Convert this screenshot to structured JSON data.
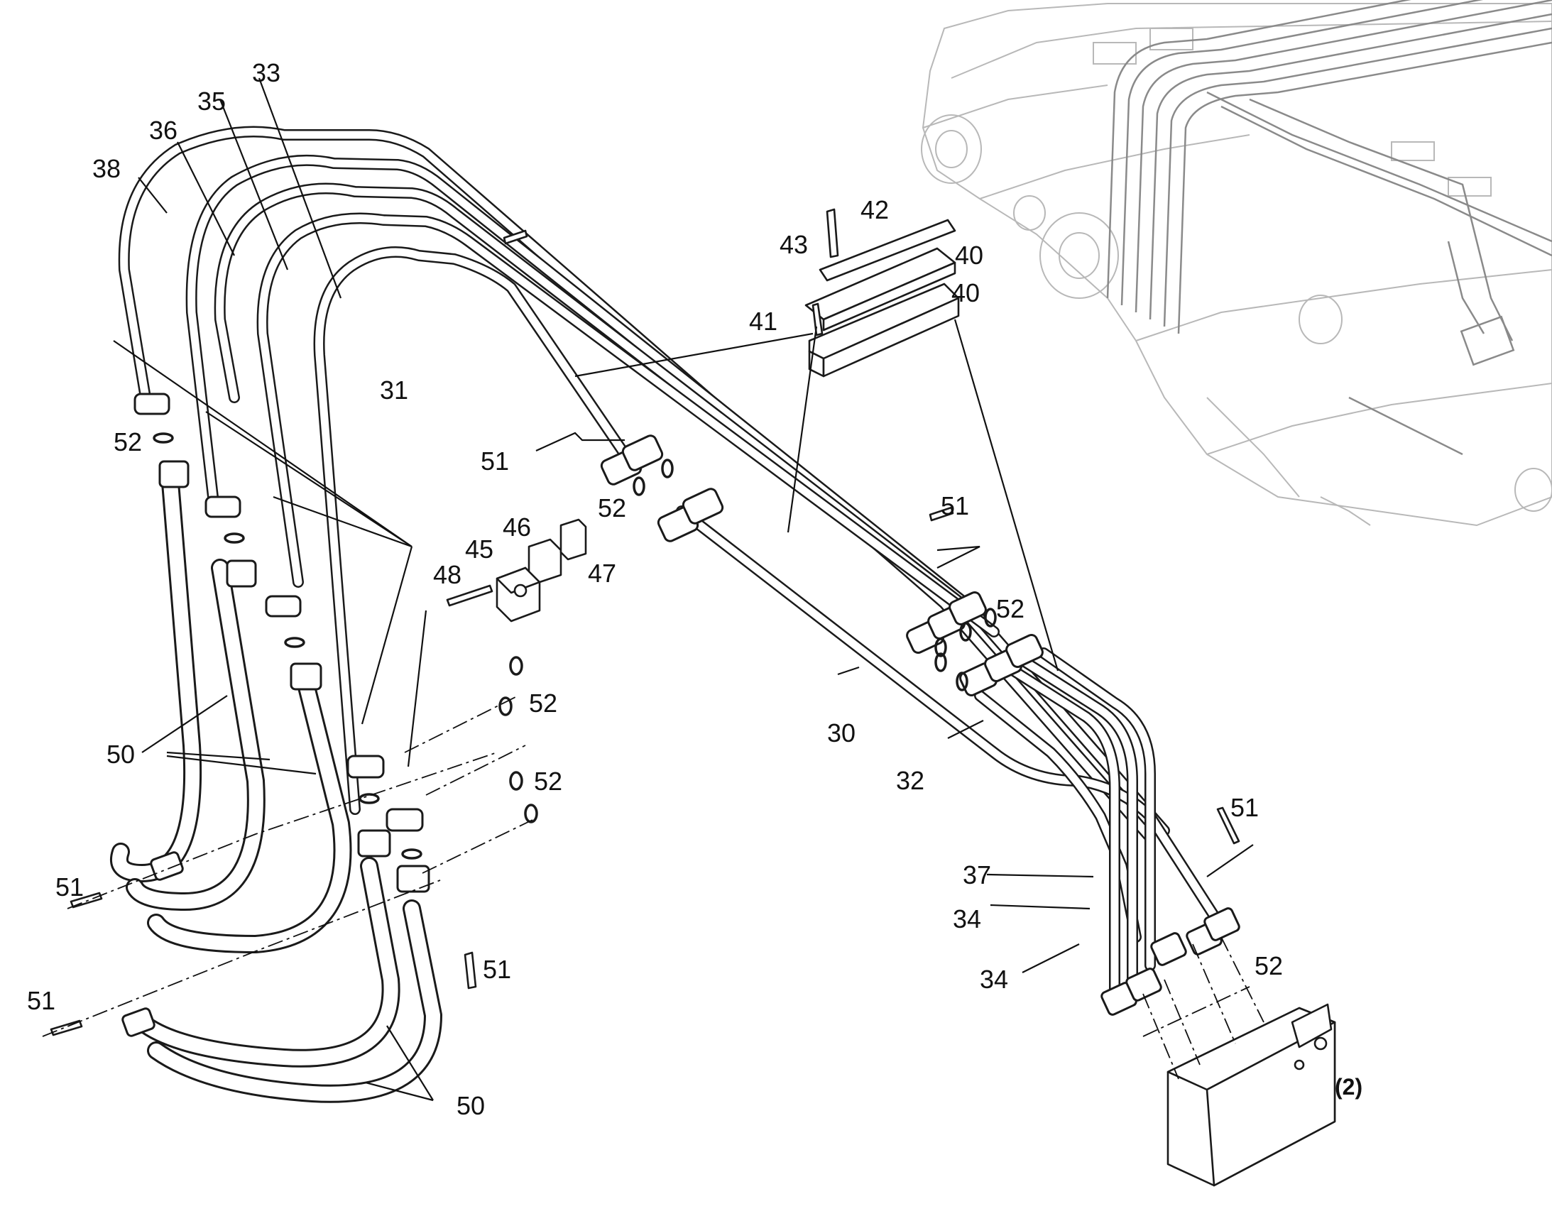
{
  "labels": {
    "l30": "30",
    "l31": "31",
    "l32": "32",
    "l33": "33",
    "l34a": "34",
    "l34b": "34",
    "l35": "35",
    "l36": "36",
    "l37": "37",
    "l38": "38",
    "l40a": "40",
    "l40b": "40",
    "l41": "41",
    "l42": "42",
    "l43": "43",
    "l45": "45",
    "l46": "46",
    "l47": "47",
    "l48": "48",
    "l50a": "50",
    "l50b": "50",
    "l51a": "51",
    "l51b": "51",
    "l51c": "51",
    "l51d": "51",
    "l51e": "51",
    "l51f": "51",
    "l52a": "52",
    "l52b": "52",
    "l52c": "52",
    "l52d": "52",
    "l52e": "52",
    "l52f": "52",
    "ref2": "(2)"
  },
  "colors": {
    "line": "#1a1a1a",
    "ghost": "#b8b8b8",
    "background": "#ffffff"
  }
}
